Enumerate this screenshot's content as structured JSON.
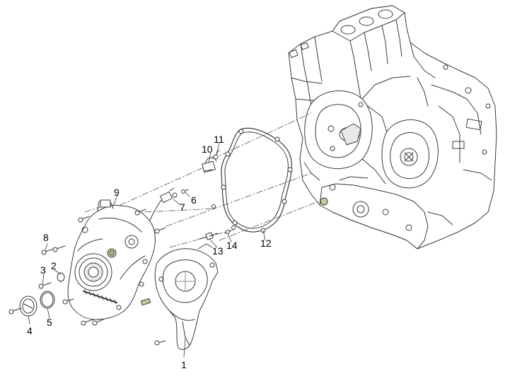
{
  "diagram": {
    "callouts": [
      {
        "id": "1",
        "label": "1"
      },
      {
        "id": "2",
        "label": "2"
      },
      {
        "id": "3",
        "label": "3"
      },
      {
        "id": "4",
        "label": "4"
      },
      {
        "id": "5",
        "label": "5"
      },
      {
        "id": "6",
        "label": "6"
      },
      {
        "id": "7",
        "label": "7"
      },
      {
        "id": "8",
        "label": "8"
      },
      {
        "id": "9",
        "label": "9"
      },
      {
        "id": "10",
        "label": "10"
      },
      {
        "id": "11",
        "label": "11"
      },
      {
        "id": "12",
        "label": "12"
      },
      {
        "id": "13",
        "label": "13"
      },
      {
        "id": "14",
        "label": "14"
      }
    ],
    "colors": {
      "line": "#3a3a3a",
      "light_line": "#8a8a8a",
      "fill": "#ffffff",
      "shade": "#e9e9e9",
      "accent_part": "#c8c89a"
    }
  }
}
